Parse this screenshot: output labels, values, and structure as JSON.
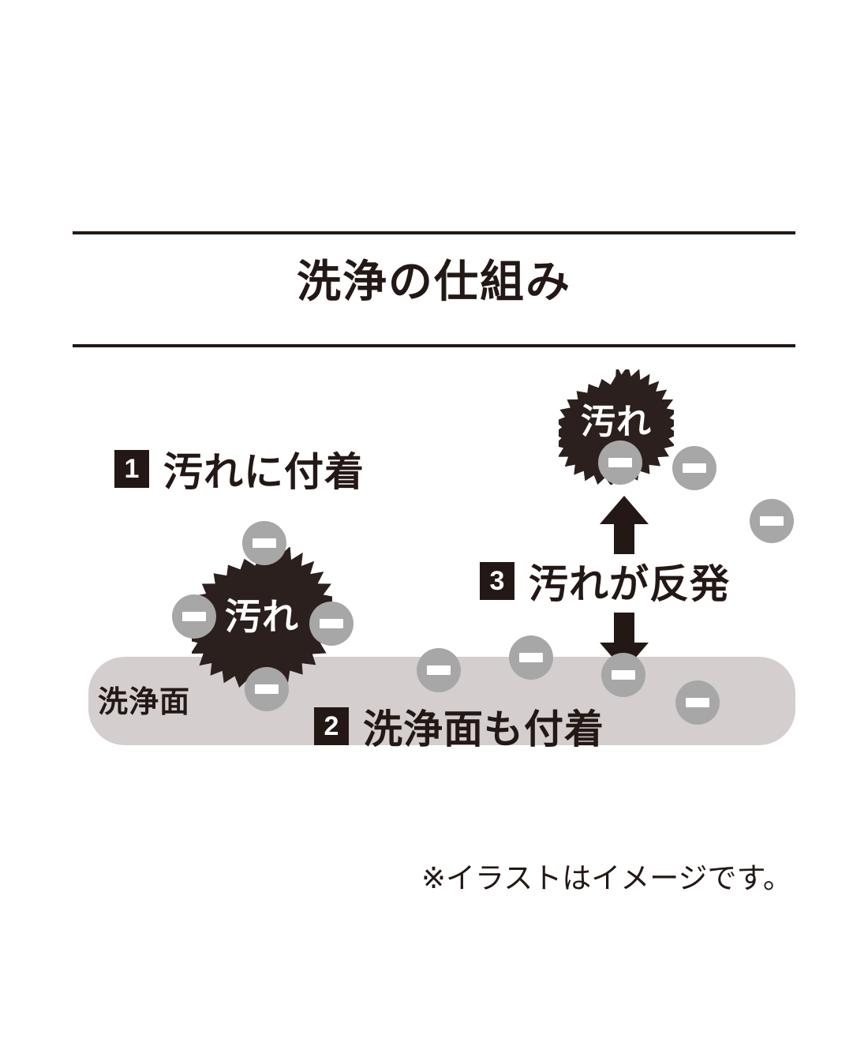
{
  "title": "洗浄の仕組み",
  "surface": {
    "label": "洗浄面"
  },
  "steps": [
    {
      "number": "1",
      "label": "汚れに付着"
    },
    {
      "number": "2",
      "label": "洗浄面も付着"
    },
    {
      "number": "3",
      "label": "汚れが反発"
    }
  ],
  "blobs": [
    {
      "label": "汚れ"
    },
    {
      "label": "汚れ"
    }
  ],
  "footnote": "※イラストはイメージです。",
  "colors": {
    "ink": "#231815",
    "surface_band": "#d4cece",
    "ion_gray": "#a7a7a7",
    "blob_dark": "#2b201d",
    "background": "#ffffff"
  },
  "icons": {
    "minus_ion": "minus-circle-icon",
    "arrow_up": "arrow-up-icon",
    "arrow_down": "arrow-down-icon",
    "dirt_blob": "starburst-icon"
  }
}
